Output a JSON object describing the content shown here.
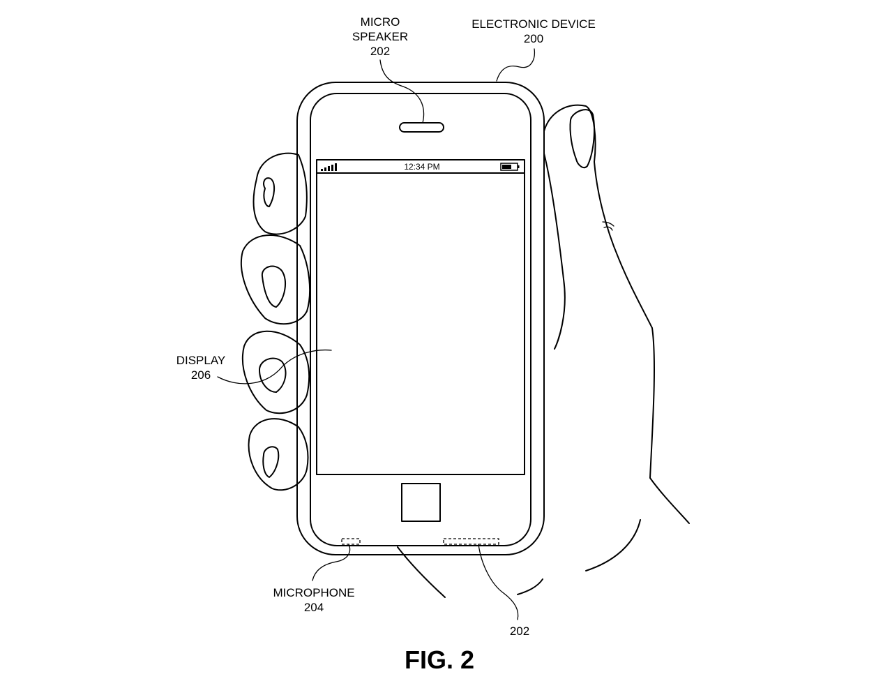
{
  "figure": {
    "title": "FIG. 2",
    "status_bar": {
      "time": "12:34 PM",
      "signal_icon": "signal-bars-icon",
      "battery_icon": "battery-icon"
    },
    "labels": {
      "micro_speaker_line1": "MICRO",
      "micro_speaker_line2": "SPEAKER",
      "micro_speaker_ref": "202",
      "electronic_device": "ELECTRONIC DEVICE",
      "electronic_device_ref": "200",
      "display": "DISPLAY",
      "display_ref": "206",
      "microphone": "MICROPHONE",
      "microphone_ref": "204",
      "speaker_bottom_ref": "202"
    }
  }
}
